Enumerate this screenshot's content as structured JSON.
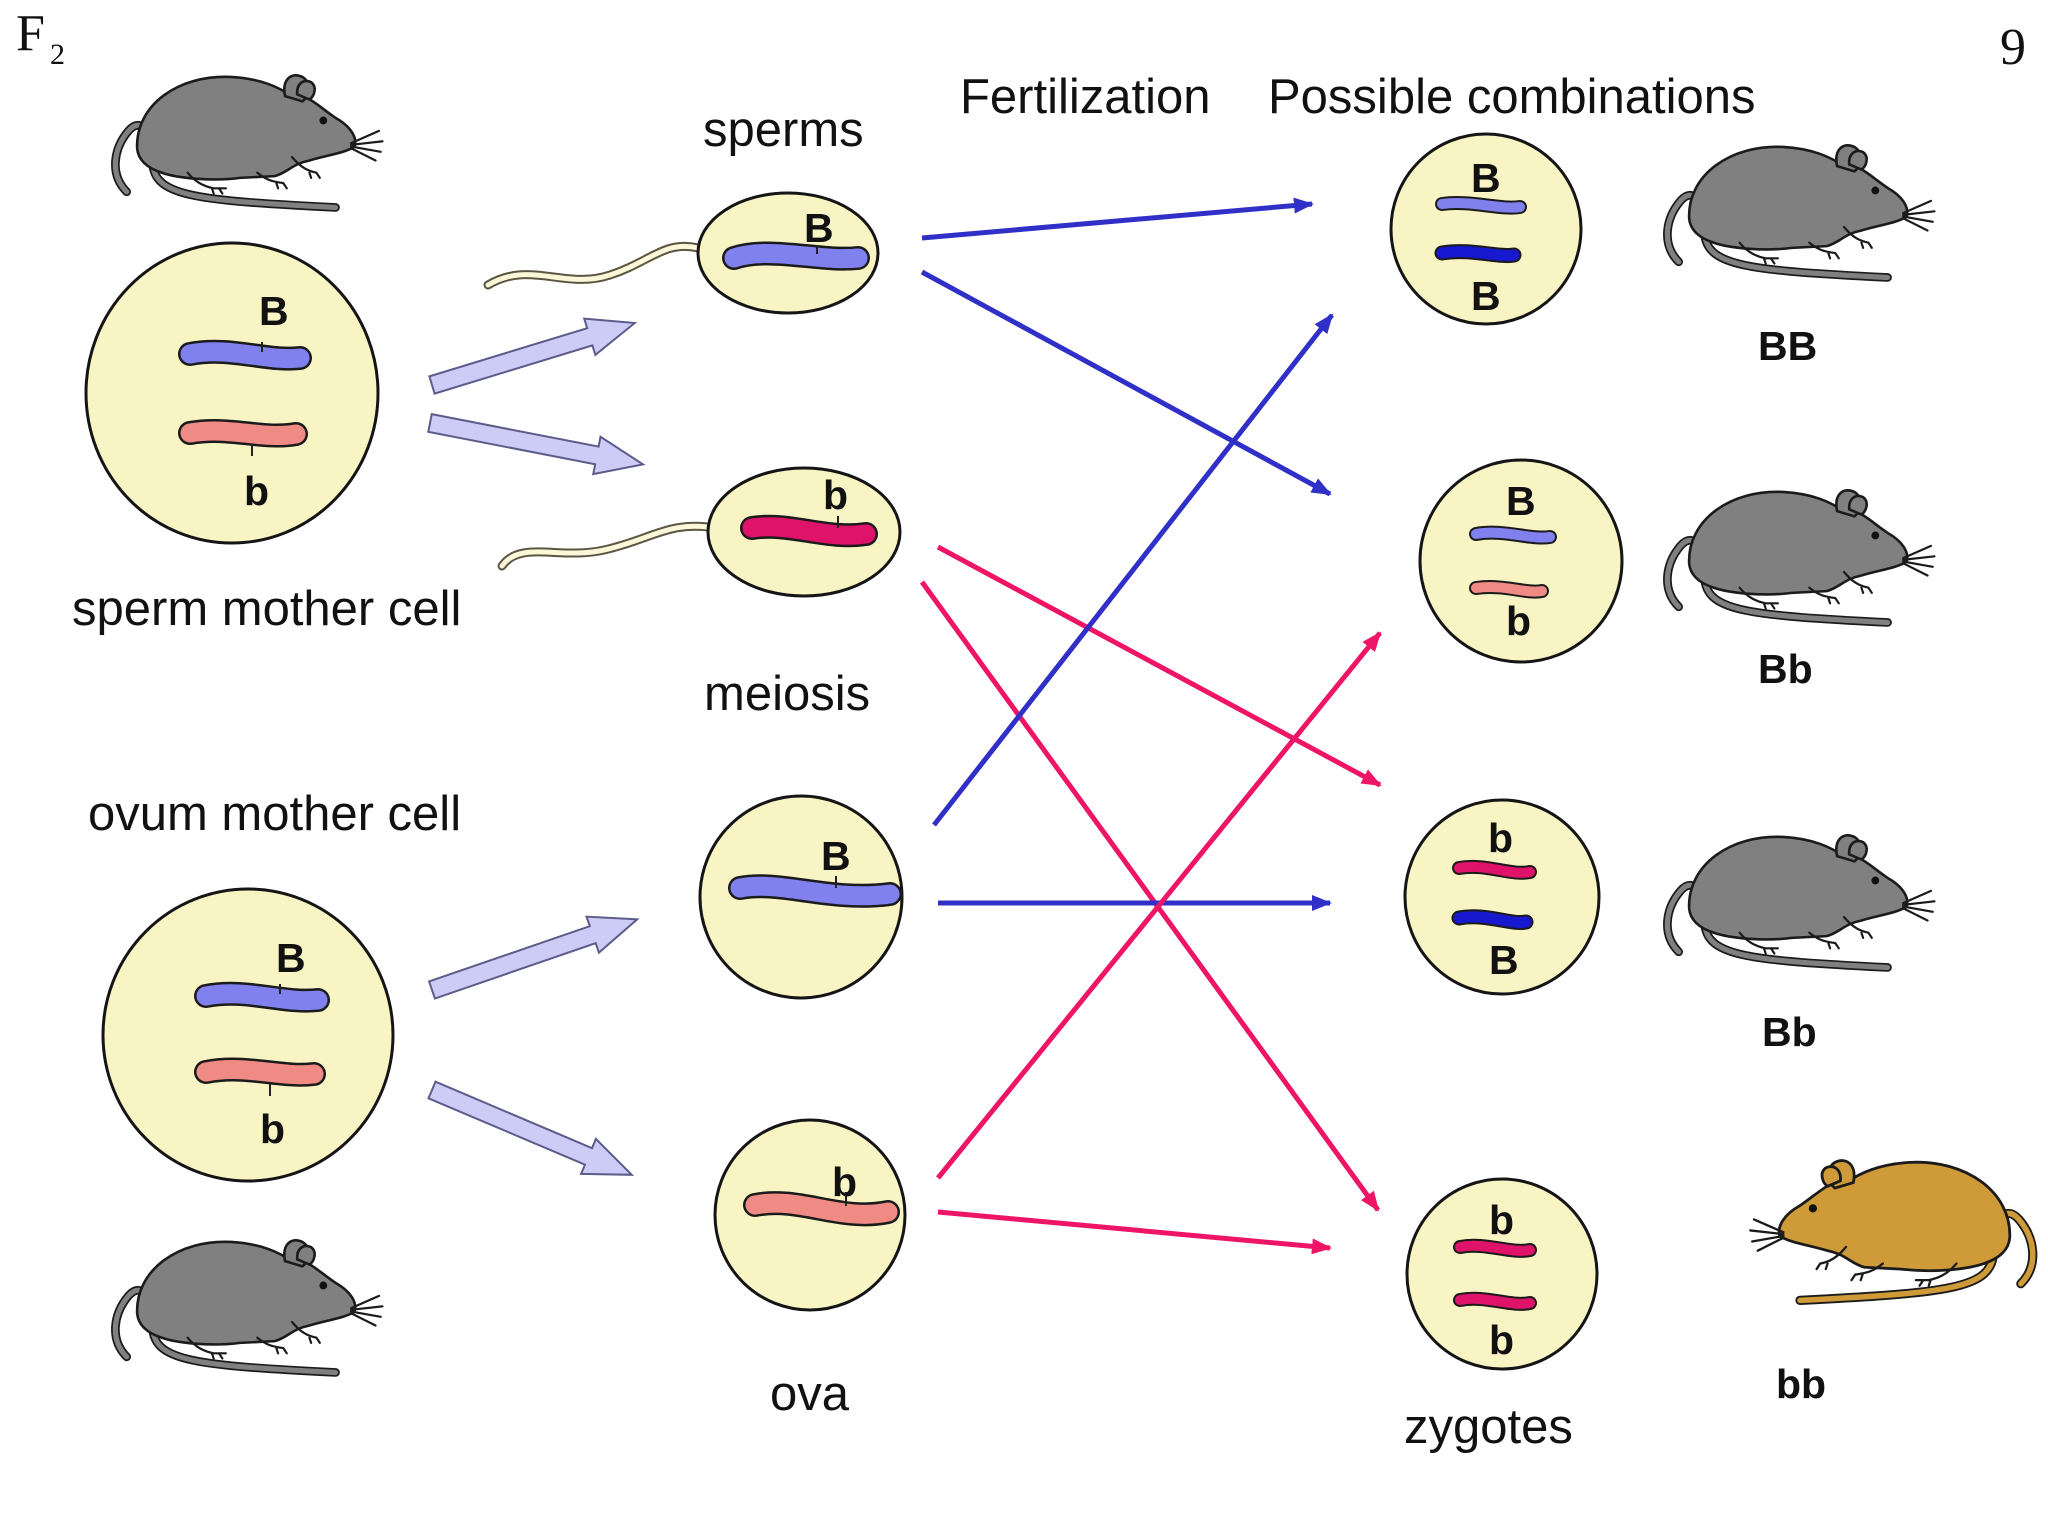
{
  "slide": {
    "corner_label": "F",
    "corner_subscript": "2",
    "page_number": "9"
  },
  "headings": {
    "sperms": "sperms",
    "fertilization": "Fertilization",
    "possible_combinations": "Possible combinations",
    "sperm_mother_cell": "sperm mother cell",
    "meiosis": "meiosis",
    "ovum_mother_cell": "ovum mother cell",
    "ova": "ova",
    "zygotes": "zygotes"
  },
  "sperm_mother_cell": {
    "alleles": [
      "B",
      "b"
    ]
  },
  "ovum_mother_cell": {
    "alleles": [
      "B",
      "b"
    ]
  },
  "sperms": [
    {
      "allele": "B"
    },
    {
      "allele": "b"
    }
  ],
  "ova": [
    {
      "allele": "B"
    },
    {
      "allele": "b"
    }
  ],
  "zygotes": [
    {
      "top": "B",
      "bottom": "B",
      "genotype": "BB",
      "coat": "grey"
    },
    {
      "top": "B",
      "bottom": "b",
      "genotype": "Bb",
      "coat": "grey"
    },
    {
      "top": "b",
      "bottom": "B",
      "genotype": "Bb",
      "coat": "grey"
    },
    {
      "top": "b",
      "bottom": "b",
      "genotype": "bb",
      "coat": "brown"
    }
  ],
  "colors": {
    "cell_fill": "#f9f4c4",
    "dominant_light": "#8080ee",
    "dominant_dark": "#1818d0",
    "recessive_light": "#f08a84",
    "recessive_dark": "#e0136a",
    "blue_arrow": "#3030c8",
    "pink_arrow": "#ee1466",
    "meiosis_arrow": "#ccccf6",
    "grey_mouse": "#808080",
    "brown_mouse": "#cf9a38"
  }
}
